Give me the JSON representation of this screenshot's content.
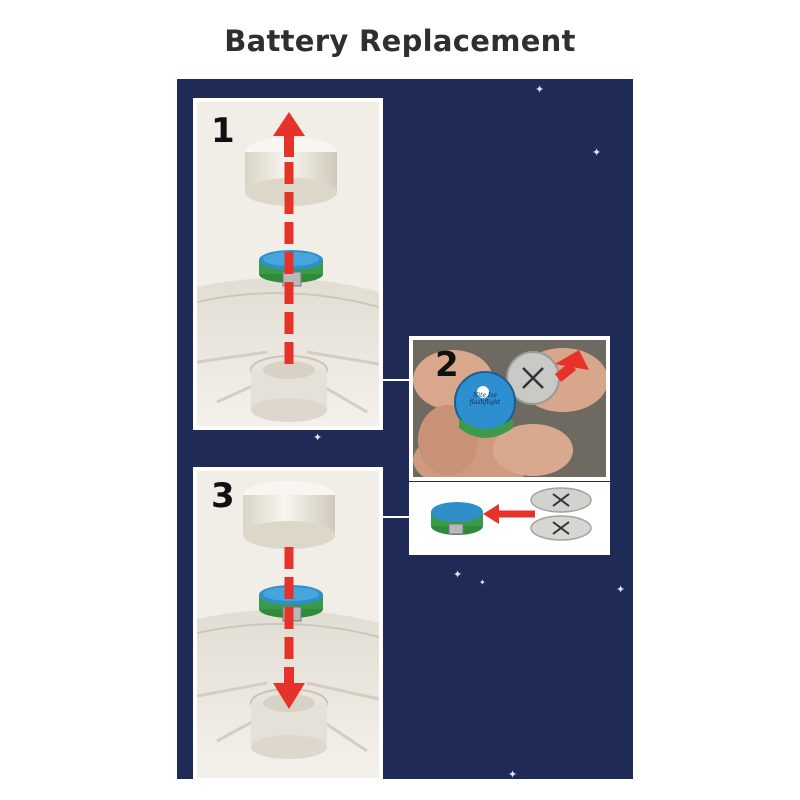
{
  "title": "Battery Replacement",
  "colors": {
    "background": "#1f2a57",
    "arrow": "#e63329",
    "card": "#ffffff"
  },
  "steps": [
    {
      "number": "1",
      "action": "remove-cap",
      "arrow": "up"
    },
    {
      "number": "2",
      "action": "replace-batteries",
      "arrow": "out"
    },
    {
      "number": "3",
      "action": "replace-cap",
      "arrow": "down"
    }
  ],
  "flashlight_label": "Nite Ize flashflight"
}
